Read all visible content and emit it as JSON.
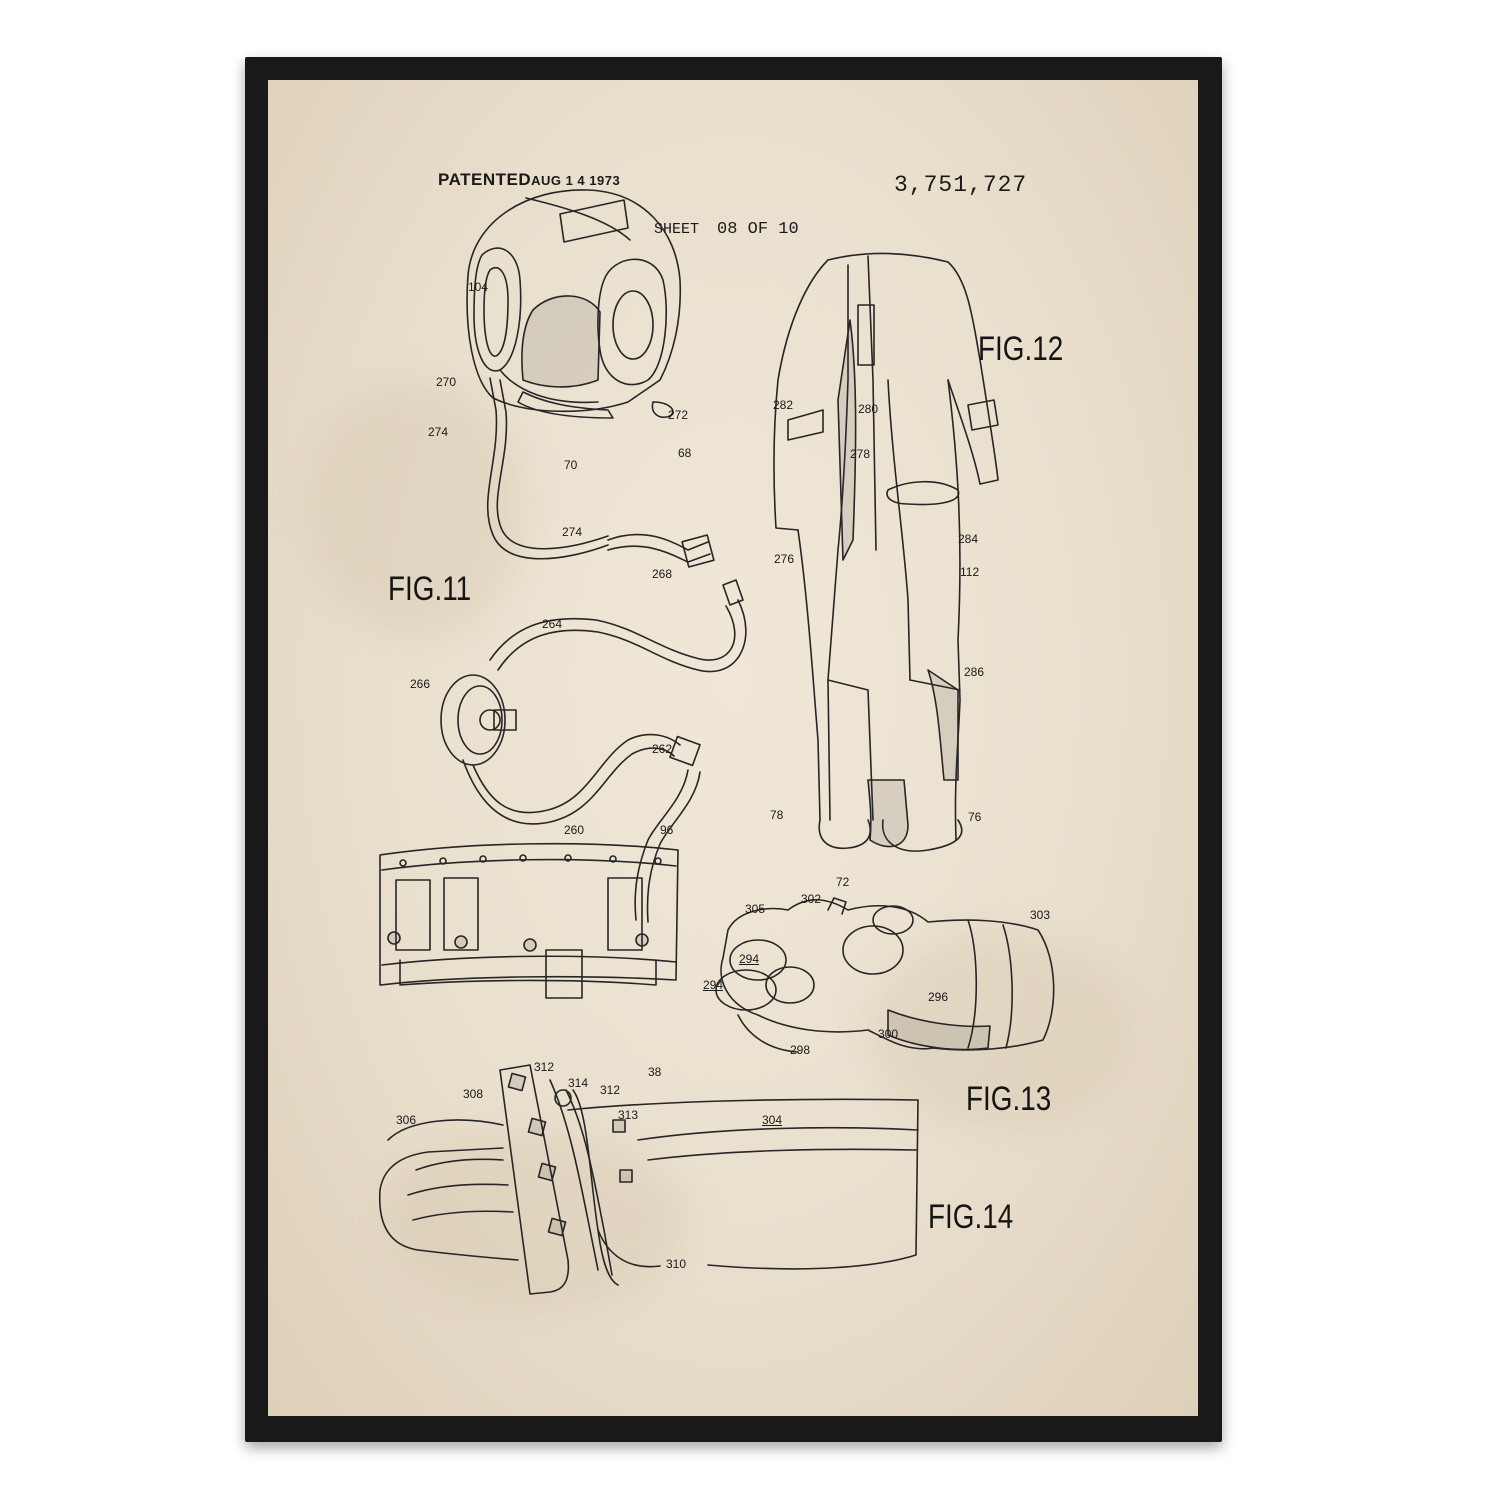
{
  "header": {
    "patented_label": "PATENTED",
    "patented_date": "AUG 1 4 1973",
    "patent_number": "3,751,727",
    "sheet_label": "SHEET",
    "sheet_number": "08 OF 10"
  },
  "figures": {
    "fig11": "FIG.11",
    "fig12": "FIG.12",
    "fig13": "FIG.13",
    "fig14": "FIG.14"
  },
  "refs": {
    "r104": "104",
    "r270": "270",
    "r274a": "274",
    "r272": "272",
    "r70": "70",
    "r68": "68",
    "r274b": "274",
    "r268": "268",
    "r264": "264",
    "r266": "266",
    "r262": "262",
    "r260": "260",
    "r96": "96",
    "r282": "282",
    "r280": "280",
    "r278": "278",
    "r284": "284",
    "r276": "276",
    "r112": "112",
    "r286": "286",
    "r78": "78",
    "r76": "76",
    "r72": "72",
    "r305": "305",
    "r302": "302",
    "r303": "303",
    "r294a": "294",
    "r294b": "294",
    "r296": "296",
    "r300": "300",
    "r298": "298",
    "r312a": "312",
    "r38": "38",
    "r308": "308",
    "r314": "314",
    "r312b": "312",
    "r313": "313",
    "r304": "304",
    "r306": "306",
    "r310": "310"
  }
}
